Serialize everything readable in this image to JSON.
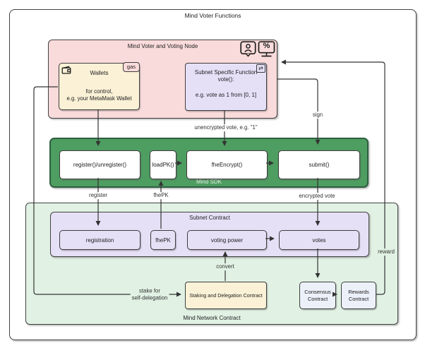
{
  "diagram": {
    "title": "Mind Voter Functions",
    "colors": {
      "pink": "#FADBDB",
      "yellow": "#FAF1D6",
      "lavender": "#E6E0F7",
      "sdk_green": "#4E9D61",
      "sdk_green_border": "#2E5F41",
      "light_green": "#E1F2E4",
      "contract_blue": "#ECF0F9",
      "line": "#333333"
    }
  },
  "containers": {
    "voting_node": {
      "label": "Mind Voter and Voting Node"
    },
    "mind_sdk": {
      "label": "Mind SDK"
    },
    "subnet_contract": {
      "label": "Subnet Contract"
    },
    "mind_network": {
      "label": "Mind Network Contract"
    }
  },
  "nodes": {
    "wallets": {
      "title": "Wallets",
      "line1": "for control,",
      "line2": "e.g. your MetaMask Wallet",
      "badge": "gas"
    },
    "subnet_function": {
      "line1": "Subnet Specific Function",
      "line2": "vote():",
      "line3": "e.g. vote as 1 from [0, 1]"
    },
    "register_fn": {
      "label": "register()/unregister()"
    },
    "loadpk_fn": {
      "label": "loadPK()"
    },
    "fheencrypt_fn": {
      "label": "fheEncrypt()"
    },
    "submit_fn": {
      "label": "submit()"
    },
    "registration": {
      "label": "registration"
    },
    "fhepk": {
      "label": "fhePK"
    },
    "voting_power": {
      "label": "voting power"
    },
    "votes": {
      "label": "votes"
    },
    "staking": {
      "label": "Staking and Delegation Contract"
    },
    "consensus": {
      "line1": "Consensus",
      "line2": "Contract"
    },
    "rewards": {
      "line1": "Rewards",
      "line2": "Contract"
    }
  },
  "edges": {
    "unencrypted_vote": "unencrypted vote, e.g. \"1\"",
    "sign": "sign",
    "register": "register",
    "fhepk": "fhePK",
    "encrypted_vote": "encrypted vote",
    "convert": "convert",
    "stake_line1": "stake for",
    "stake_line2": "self-delegation",
    "reward": "reward"
  },
  "icons": {
    "percent_glyph": "%",
    "swap_glyph": "⇄"
  }
}
